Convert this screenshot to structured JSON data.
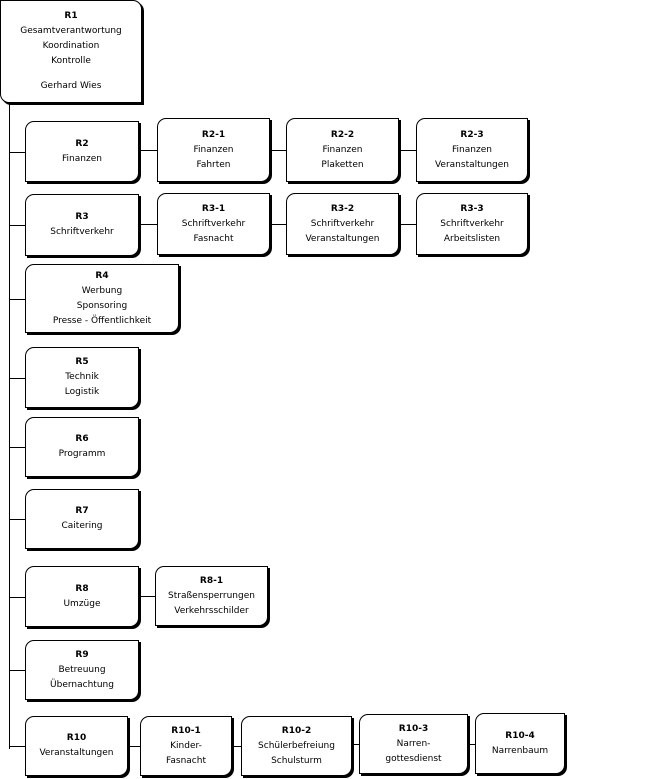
{
  "chart": {
    "root": {
      "code": "R1",
      "lines": [
        "Gesamtverantwortung",
        "Koordination",
        "Kontrolle"
      ],
      "person": "Gerhard Wies"
    },
    "units": [
      {
        "code": "R2",
        "lines": [
          "Finanzen"
        ]
      },
      {
        "code": "R2-1",
        "lines": [
          "Finanzen",
          "Fahrten"
        ]
      },
      {
        "code": "R2-2",
        "lines": [
          "Finanzen",
          "Plaketten"
        ]
      },
      {
        "code": "R2-3",
        "lines": [
          "Finanzen",
          "Veranstaltungen"
        ]
      },
      {
        "code": "R3",
        "lines": [
          "Schriftverkehr"
        ]
      },
      {
        "code": "R3-1",
        "lines": [
          "Schriftverkehr",
          "Fasnacht"
        ]
      },
      {
        "code": "R3-2",
        "lines": [
          "Schriftverkehr",
          "Veranstaltungen"
        ]
      },
      {
        "code": "R3-3",
        "lines": [
          "Schriftverkehr",
          "Arbeitslisten"
        ]
      },
      {
        "code": "R4",
        "lines": [
          "Werbung",
          "Sponsoring",
          "Presse - Öffentlichkeit"
        ]
      },
      {
        "code": "R5",
        "lines": [
          "Technik",
          "Logistik"
        ]
      },
      {
        "code": "R6",
        "lines": [
          "Programm"
        ]
      },
      {
        "code": "R7",
        "lines": [
          "Caitering"
        ]
      },
      {
        "code": "R8",
        "lines": [
          "Umzüge"
        ]
      },
      {
        "code": "R8-1",
        "lines": [
          "Straßensperrungen",
          "Verkehrsschilder"
        ]
      },
      {
        "code": "R9",
        "lines": [
          "Betreuung",
          "Übernachtung"
        ]
      },
      {
        "code": "R10",
        "lines": [
          "Veranstaltungen"
        ]
      },
      {
        "code": "R10-1",
        "lines": [
          "Kinder-",
          "Fasnacht"
        ]
      },
      {
        "code": "R10-2",
        "lines": [
          "Schülerbefreiung",
          "Schulsturm"
        ]
      },
      {
        "code": "R10-3",
        "lines": [
          "Narren-",
          "gottesdienst"
        ]
      },
      {
        "code": "R10-4",
        "lines": [
          "Narrenbaum"
        ]
      }
    ]
  }
}
